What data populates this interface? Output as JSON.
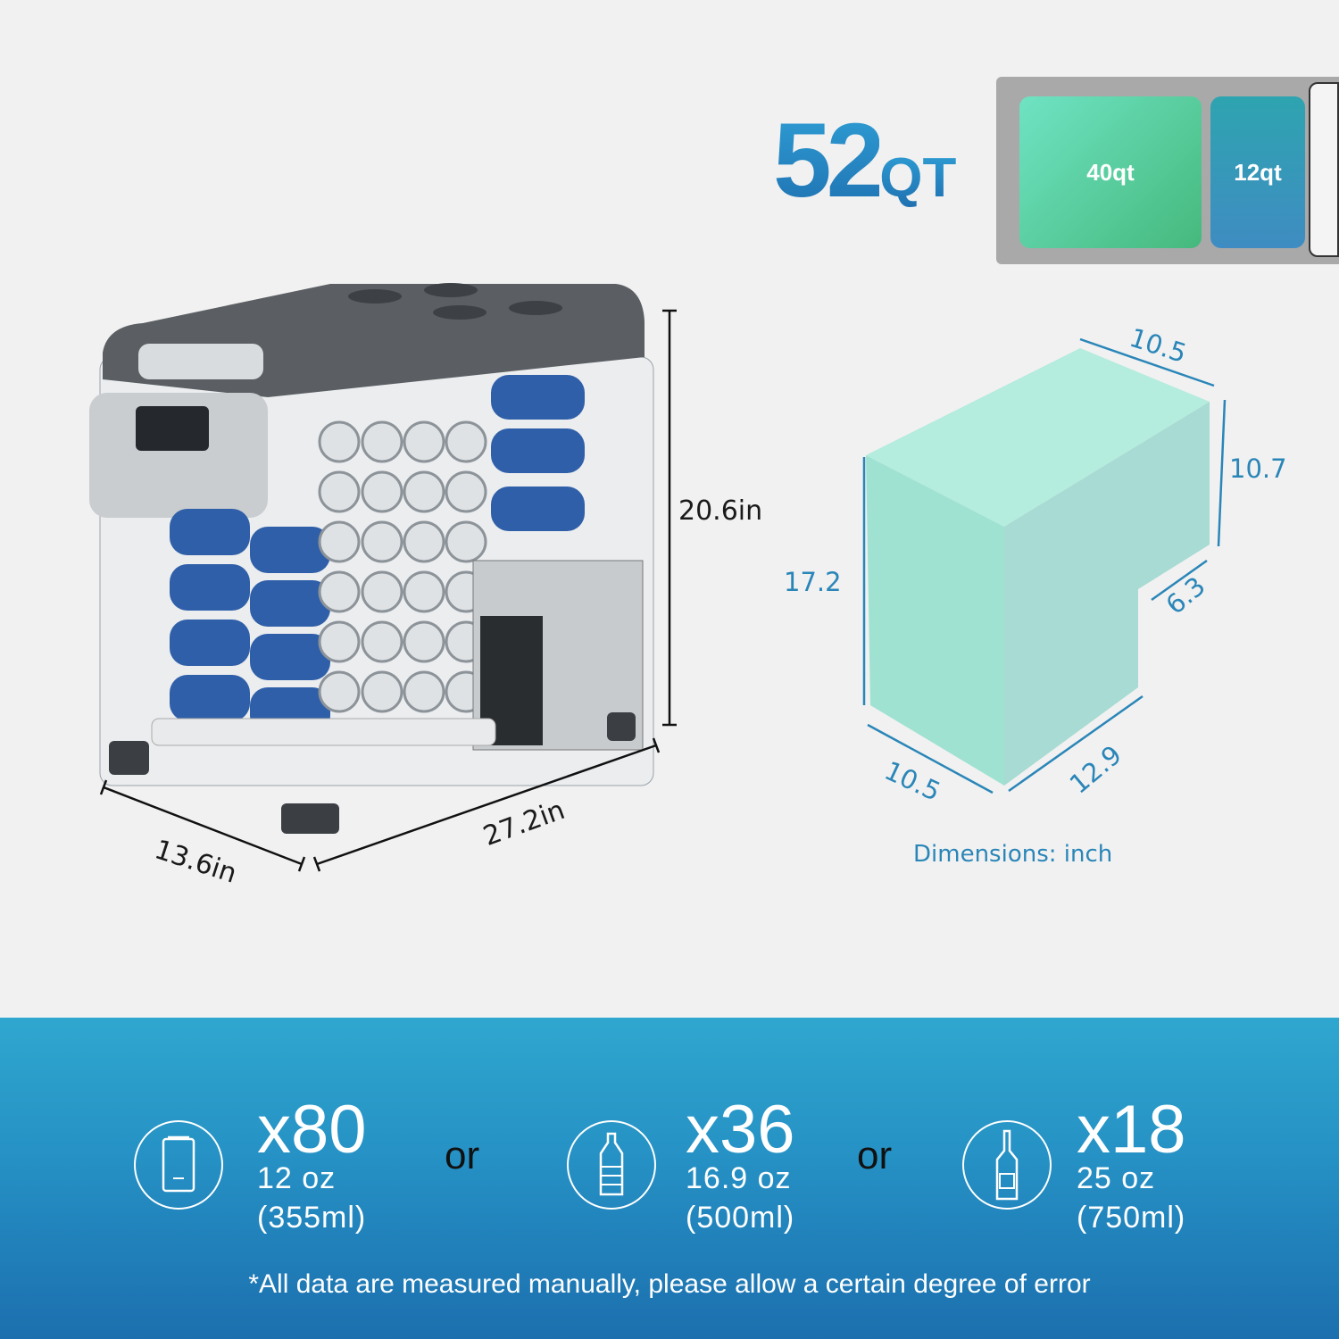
{
  "capacity": {
    "total_number": "52",
    "total_unit": "QT",
    "left_zone": "40qt",
    "right_zone": "12qt"
  },
  "cooler_dimensions": {
    "height": "20.6in",
    "width": "27.2in",
    "depth": "13.6in"
  },
  "interior_dimensions": {
    "top_depth": "10.5",
    "upper_height": "10.7",
    "step_depth": "6.3",
    "front_height": "17.2",
    "bottom_width": "10.5",
    "bottom_length": "12.9",
    "caption": "Dimensions: inch"
  },
  "capacity_items": [
    {
      "icon": "can-icon",
      "count": "x80",
      "size": "12 oz",
      "volume": "(355ml)"
    },
    {
      "icon": "water-bottle-icon",
      "count": "x36",
      "size": "16.9 oz",
      "volume": "(500ml)"
    },
    {
      "icon": "wine-bottle-icon",
      "count": "x18",
      "size": "25 oz",
      "volume": "(750ml)"
    }
  ],
  "separator": "or",
  "footnote": "*All data are measured manually, please allow a certain degree of error",
  "colors": {
    "brand_blue": "#2a86c4",
    "zone_green": "#4cc38c",
    "zone_blue": "#3a94c0",
    "band_top": "#2fa7cf",
    "band_bottom": "#1c6fae"
  }
}
